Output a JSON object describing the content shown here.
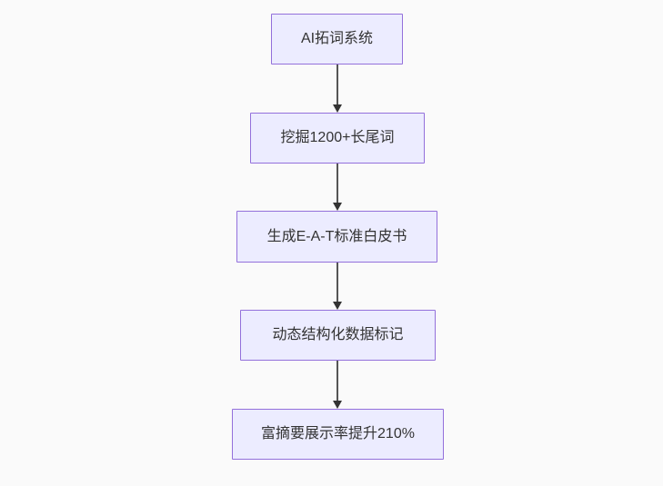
{
  "diagram": {
    "type": "flowchart",
    "direction": "top-down",
    "nodes": [
      {
        "id": "A",
        "label": "AI拓词系统"
      },
      {
        "id": "B",
        "label": "挖掘1200+长尾词"
      },
      {
        "id": "C",
        "label": "生成E-A-T标准白皮书"
      },
      {
        "id": "D",
        "label": "动态结构化数据标记"
      },
      {
        "id": "E",
        "label": "富摘要展示率提升210%"
      }
    ],
    "edges": [
      {
        "from": "A",
        "to": "B",
        "arrow": "down"
      },
      {
        "from": "B",
        "to": "C",
        "arrow": "down"
      },
      {
        "from": "C",
        "to": "D",
        "arrow": "down"
      },
      {
        "from": "D",
        "to": "E",
        "arrow": "down"
      }
    ],
    "colors": {
      "background": "#fafafa",
      "node_fill": "#ECECFF",
      "node_border": "#9370DB",
      "node_text": "#333333",
      "arrow_line": "#555555",
      "arrow_head": "#333333"
    }
  }
}
